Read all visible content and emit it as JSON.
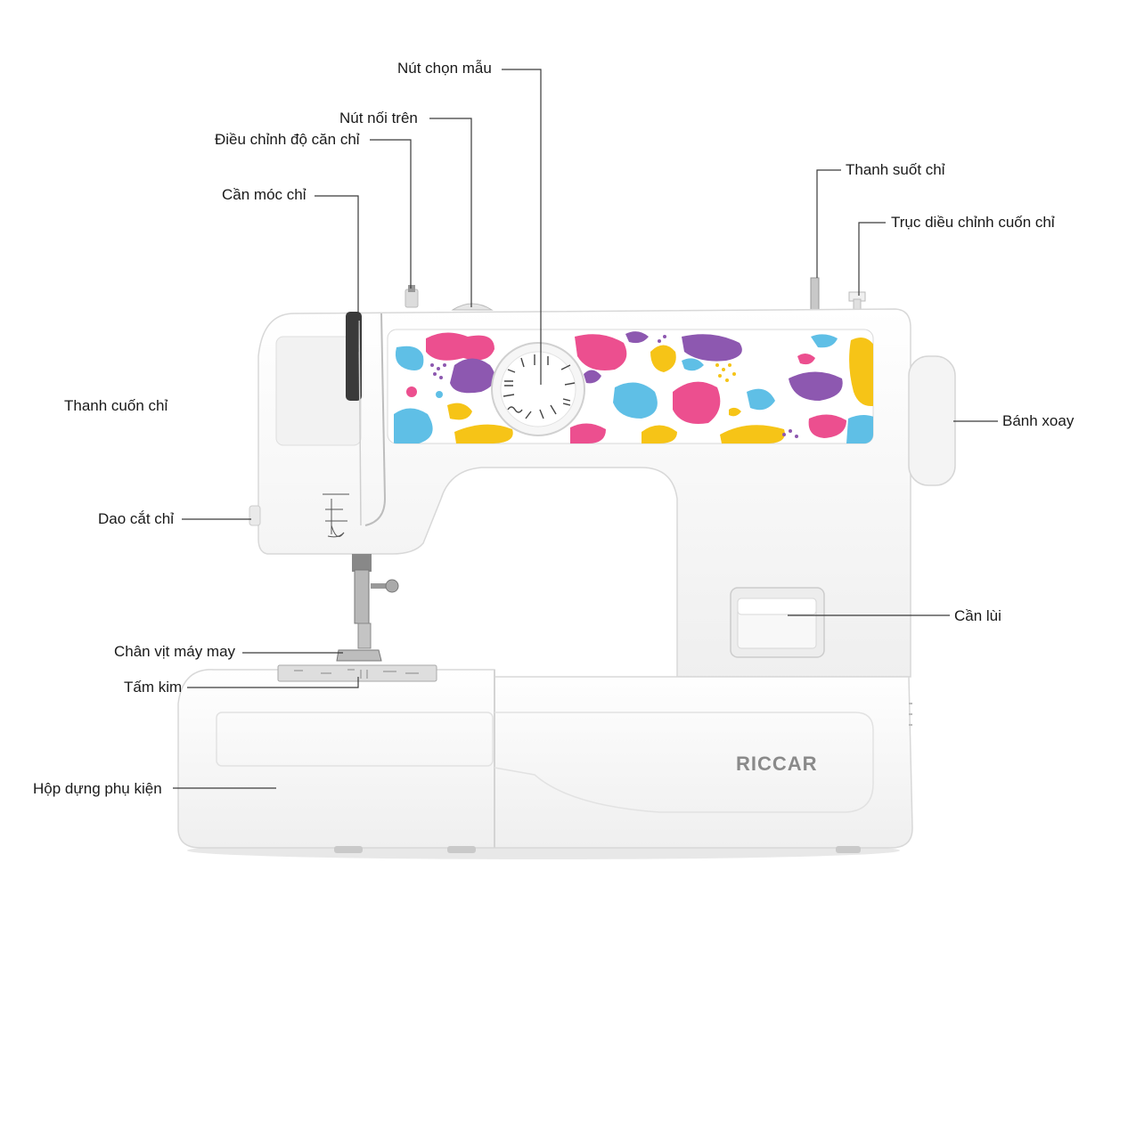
{
  "brand": "RICCAR",
  "labels": {
    "pattern_knob": "Nút chọn mẫu",
    "presser_lift": "Nút nối trên",
    "tension": "Điều chỉnh độ căn chỉ",
    "take_up_lever": "Cần móc chỉ",
    "thread_rod": "Thanh suốt chỉ",
    "bobbin_winder": "Trục diều chỉnh cuốn chỉ",
    "thread_guide": "Thanh cuốn chỉ",
    "handwheel": "Bánh xoay",
    "cutter": "Dao cắt chỉ",
    "reverse_lever": "Cần lùi",
    "presser_foot": "Chân vịt máy may",
    "needle_plate": "Tấm kim",
    "accessory_box": "Hộp dựng phụ kiện"
  },
  "colors": {
    "pink": "#ec4f8f",
    "purple": "#8d58b0",
    "blue": "#5fbfe6",
    "yellow": "#f6c417",
    "body": "#f7f7f7",
    "outline": "#d8d8d8"
  }
}
